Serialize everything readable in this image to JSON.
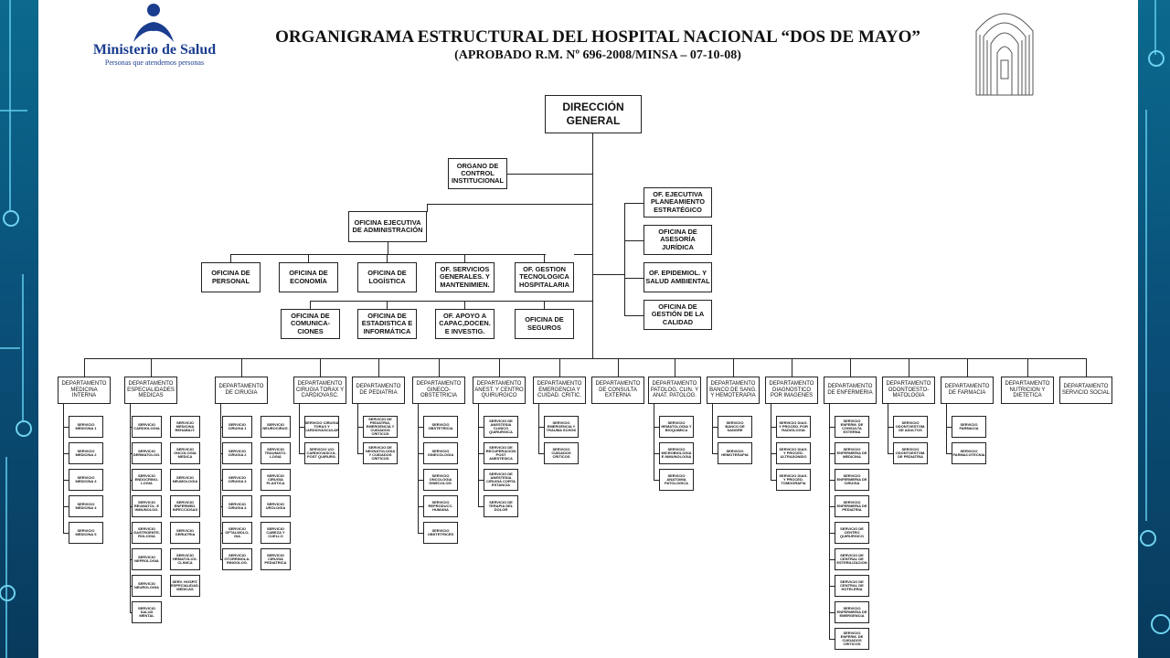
{
  "header": {
    "title": "ORGANIGRAMA ESTRUCTURAL DEL HOSPITAL NACIONAL “DOS DE MAYO”",
    "subtitle": "(APROBADO R.M. Nº 696-2008/MINSA – 07-10-08)",
    "logo": {
      "name": "Ministerio de Salud",
      "tagline": "Personas que atendemos personas",
      "color": "#1a3d8f"
    },
    "building_icon": "hospital-building-icon"
  },
  "direccion": "DIRECCIÓN GENERAL",
  "control": "ORGANO DE CONTROL INSTITUCIONAL",
  "administracion": "OFICINA EJECUTIVA DE ADMINISTRACIÓN",
  "admin_offices": [
    "OFICINA DE PERSONAL",
    "OFICINA DE ECONOMÍA",
    "OFICINA DE LOGÍSTICA",
    "OF. SERVICIOS GENERALES. Y MANTENIMIEN.",
    "OF. GESTION TECNOLOGICA HOSPITALARIA"
  ],
  "support_offices": [
    "OFICINA DE COMUNICA-CIONES",
    "OFICINA DE ESTADISTICA E INFORMÁTICA",
    "OF. APOYO A CAPAC,DOCEN. E INVESTIG.",
    "OFICINA DE SEGUROS"
  ],
  "advisory_offices": [
    "OF. EJECUTIVA PLANEAMIENTO ESTRATÉGICO",
    "OFICINA DE ASESORÍA JURÍDICA",
    "OF. EPIDEMIOL. Y SALUD AMBIENTAL",
    "OFICINA DE GESTIÓN DE LA CALIDAD"
  ],
  "departments": [
    {
      "name": "DEPARTAMENTO MEDICINA INTERNA",
      "services": [
        [
          "SERVICIO MEDICINA 1",
          "SERVICIO MEDICINA 2",
          "SERVICIO MEDICINA 3",
          "SERVICIO MEDICINA 4",
          "SERVICIO MEDICINA 5"
        ]
      ]
    },
    {
      "name": "DEPARTAMENTO ESPECIALIDADES MEDICAS",
      "services": [
        [
          "SERVICIO CARDIOLOGIA",
          "SERVICIO DERMATOLOG.",
          "SERVICIO ENDOCRINO-LOGIA",
          "SERVICIO REUMATOL. E INMUNOLOG.",
          "SERVICIO GASTROENTE-ROLOGIA",
          "SERVICIO NEFROLOGIA",
          "SERVICIO NEUROLOGIA",
          "SERVICIO SALUD MENTAL"
        ],
        [
          "SERVICIO MEDICINA REHABILIT.",
          "SERVICIO ONCOLOGIA MEDICA",
          "SERVICIO NEUMOLOGIA",
          "SERVICIO ENFERMED. INFECCIOSAS",
          "SERVICIO GERIATRIA",
          "SERVICIO HEMATOLOG. CLINICA",
          "SERV. HOSPIT. ESPECIALIDAD. MEDICAS"
        ]
      ]
    },
    {
      "name": "DEPARTAMENTO DE CIRUGIA",
      "services": [
        [
          "SERVICIO CIRUGIA 1",
          "SERVICIO CIRUGIA 2",
          "SERVICIO CIRUGIA 3",
          "SERVICIO CIRUGIA 4",
          "SERVICIO OFTALMOLO-GIA",
          "SERVICIO OTORRINOLA-RINGOLOG."
        ],
        [
          "SERVICIO NEUROCIRUG.",
          "SERVICIO TRAUMATO-LOGIA",
          "SERVICIO CIRUGIA PLASTICA",
          "SERVICIO UROLOGIA",
          "SERVICIO CABEZA Y CUELLO",
          "SERVICIO CIRUGIA PEDIATRICA"
        ]
      ]
    },
    {
      "name": "DEPARTAMENTO CIRUGIA TORAX Y CARDIOVASC.",
      "services": [
        [
          "SERVICIO CIRUGIA TORAX Y CARDIOVASCULAR",
          "SERVICIO UCI CARDIOVASCUL. POST QUIRURG."
        ]
      ]
    },
    {
      "name": "DEPARTAMENTO DE PEDIATRIA",
      "services": [
        [
          "SERVICIO DE PEDIATRIA, EMERGENCIA Y CUIDADOS CRITICOS",
          "SERVICIO DE NEONATOLOGIA Y CUIDADOS CRITICOS"
        ]
      ]
    },
    {
      "name": "DEPARTAMENTO GINECO-OBSTETRICIA",
      "services": [
        [
          "SERVICIO OBSTETRICIA",
          "SERVICIO GINECOLOGIA",
          "SERVICIO ONCOLOGIA GINECOLOG.",
          "SERVICIO REPRODUCC. HUMANA",
          "SERVICIO OBSTETRICES"
        ]
      ]
    },
    {
      "name": "DEPARTAMENTO ANEST. Y CENTRO QUIRURGICO",
      "services": [
        [
          "SERVICIO DE ANESTESIA CLINICO QUIRURGICA",
          "SERVICIO DE RECUPERACION POST ANESTESICA",
          "SERVICIO DE ANESTESIA CIRUGIA CORTA ESTANCIA",
          "SERVICIO DE TERAPIA DEL DOLOR"
        ]
      ]
    },
    {
      "name": "DEPARTAMENTO EMERGENCIA Y CUIDAD. CRITIC.",
      "services": [
        [
          "SERVICIO EMERGENCIA Y TRAUMA SCHOK",
          "SERVICIO CUIDADOS CRITICOS"
        ]
      ]
    },
    {
      "name": "DEPARTAMENTO DE CONSULTA EXTERNA",
      "services": []
    },
    {
      "name": "DEPARTAMENTO PATOLOG. CLIN. Y ANAT. PATOLOG.",
      "services": [
        [
          "SERVICIO HEMATOLOGIA Y BIOQUIMICA",
          "SERVICIO MICROBIOLOGIA E INMUNOLOGIA",
          "SERVICIO ANATOMIA PATOLOGICA"
        ]
      ]
    },
    {
      "name": "DEPARTAMENTO BANCO DE SANG. Y HEMOTERAPIA",
      "services": [
        [
          "SERVICIO BANCO DE SANGRE",
          "SERVICIO HEMOTERAPIA"
        ]
      ]
    },
    {
      "name": "DEPARTAMENTO DIAGNOSTICO POR IMAGENES",
      "services": [
        [
          "SERVICIO DIAG. Y PROCED. POR RADIOLOGIA",
          "SERVICIO DIAG. Y PROCED. ULTRASONIDO",
          "SERVICIO DIAG. Y PROCED. TOMOGRAFIA"
        ]
      ]
    },
    {
      "name": "DEPARTAMENTO DE ENFERMERIA",
      "services": [
        [
          "SERVICIO ENFERM. DE CONSULTA EXTERNA",
          "SERVICIO ENFERMERIA DE MEDICINA",
          "SERVICIO ENFERMERIA DE CIRUGIA",
          "SERVICIO ENFERMERIA DE PEDIATRIA",
          "SERVICIO DE CENTRO QUIRURGICO",
          "SERVICIO DE CENTRAL DE ESTERILIZACION",
          "SERVICIO DE CENTRAL DE HOTELERIA",
          "SERVICIO ENFERMERIA DE EMERGENCIA",
          "SERVICIO ENFERM. DE CUIDADOS CRITICOS"
        ]
      ]
    },
    {
      "name": "DEPARTAMENTO ODONTOESTO-MATOLOGIA",
      "services": [
        [
          "SERVICIO ODONTOESTOM. DE ADULTOS",
          "SERVICIO ODONTOESTOM. DE PEDIATRIA"
        ]
      ]
    },
    {
      "name": "DEPARTAMENTO DE FARMACIA",
      "services": [
        [
          "SERVICIO FARMACIA",
          "SERVICIO FARMACOTECNIA"
        ]
      ]
    },
    {
      "name": "DEPARTAMENTO NUTRICION Y DIETETICA",
      "services": []
    },
    {
      "name": "DEPARTAMENTO SERVICIO SOCIAL",
      "services": []
    }
  ]
}
